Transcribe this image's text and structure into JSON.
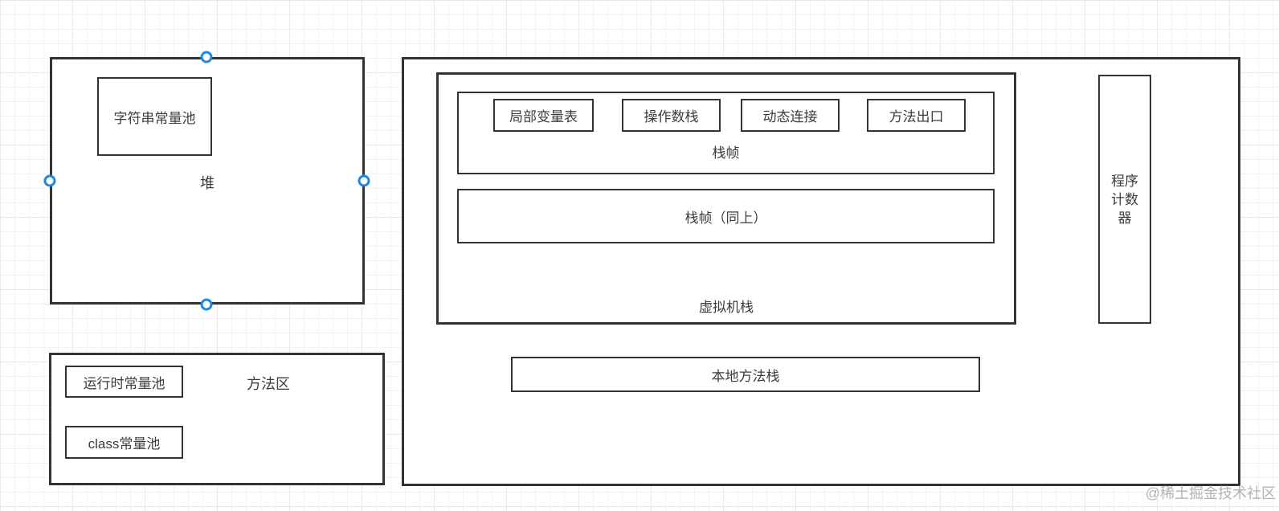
{
  "colors": {
    "shape_border": "#333333",
    "handle_accent": "#1e88e5",
    "text": "#3c3c3c",
    "grid_line": "#ededed",
    "watermark_text": "#b3b3b3"
  },
  "diagram": {
    "heap": {
      "label": "堆",
      "string_pool_label": "字符串常量池"
    },
    "method_area": {
      "label": "方法区",
      "runtime_pool_label": "运行时常量池",
      "class_pool_label": "class常量池"
    },
    "runtime_area": {
      "vm_stack": {
        "label": "虚拟机栈",
        "frame": {
          "label": "栈帧",
          "items": [
            "局部变量表",
            "操作数栈",
            "动态连接",
            "方法出口"
          ]
        },
        "frame_same": {
          "label": "栈帧（同上）"
        }
      },
      "native_stack": {
        "label": "本地方法栈"
      },
      "program_counter": {
        "lines": [
          "程序",
          "计数",
          "器"
        ]
      }
    }
  },
  "watermark": "@稀土掘金技术社区"
}
